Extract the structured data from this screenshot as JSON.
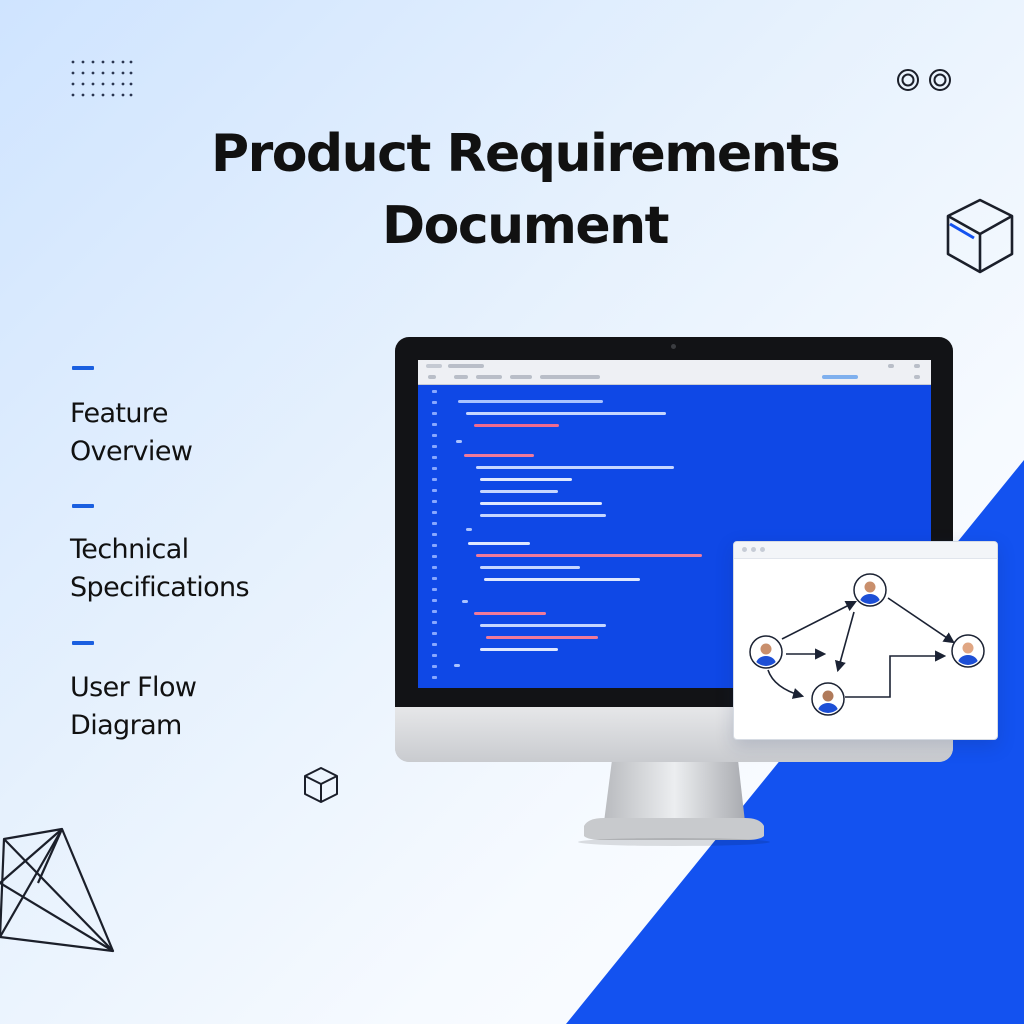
{
  "title": {
    "line1": "Product Requirements",
    "line2": "Document"
  },
  "sections": [
    {
      "line1": "Feature",
      "line2": "Overview"
    },
    {
      "line1": "Technical",
      "line2": "Specifications"
    },
    {
      "line1": "User Flow",
      "line2": "Diagram"
    }
  ],
  "icons": {
    "dot_grid": "dot-grid-icon",
    "rings": "double-ring-icon",
    "cube_large": "cube-icon",
    "cube_small": "cube-icon",
    "polyhedron": "polyhedron-wireframe-icon",
    "avatar": "user-avatar-icon"
  },
  "colors": {
    "accent_blue": "#1352f0",
    "screen_blue": "#0f48e6",
    "dash_blue": "#1a5fe0",
    "text_dark": "#111111"
  }
}
